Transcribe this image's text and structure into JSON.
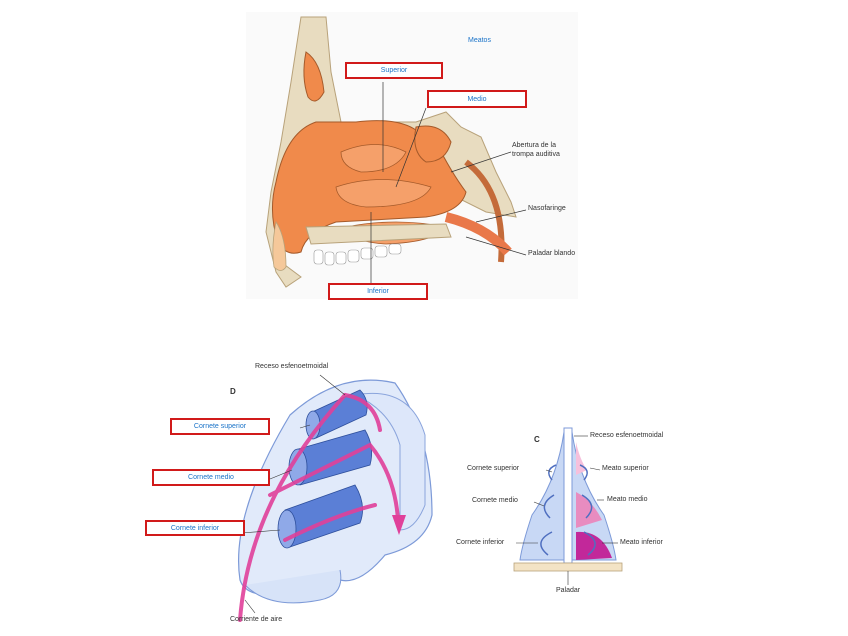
{
  "top_figure": {
    "title": "Meatos",
    "boxes": {
      "superior": "Superior",
      "medio": "Medio",
      "inferior": "Inferior"
    },
    "labels": {
      "abertura_line1": "Abertura de la",
      "abertura_line2": "trompa auditiva",
      "nasofaringe": "Nasofaringe",
      "paladar_blando": "Paladar blando"
    }
  },
  "figure_d": {
    "letter": "D",
    "receso": "Receso esfenoetmoidal",
    "corriente": "Corriente de aire",
    "boxes": {
      "superior": "Cornete superior",
      "medio": "Cornete medio",
      "inferior": "Cornete inferior"
    }
  },
  "figure_c": {
    "letter": "C",
    "receso": "Receso esfenoetmoidal",
    "cornete_superior": "Cornete superior",
    "cornete_medio": "Cornete medio",
    "cornete_inferior": "Cornete inferior",
    "meato_superior": "Meato superior",
    "meato_medio": "Meato medio",
    "meato_inferior": "Meato inferior",
    "paladar": "Paladar"
  },
  "colors": {
    "tissue": "#f08a4b",
    "bone": "#e8dcc0",
    "box_border": "#d11a1a",
    "box_text": "#1a73c8",
    "airflow": "#e0409a",
    "conchae": "#5b7fd6"
  }
}
